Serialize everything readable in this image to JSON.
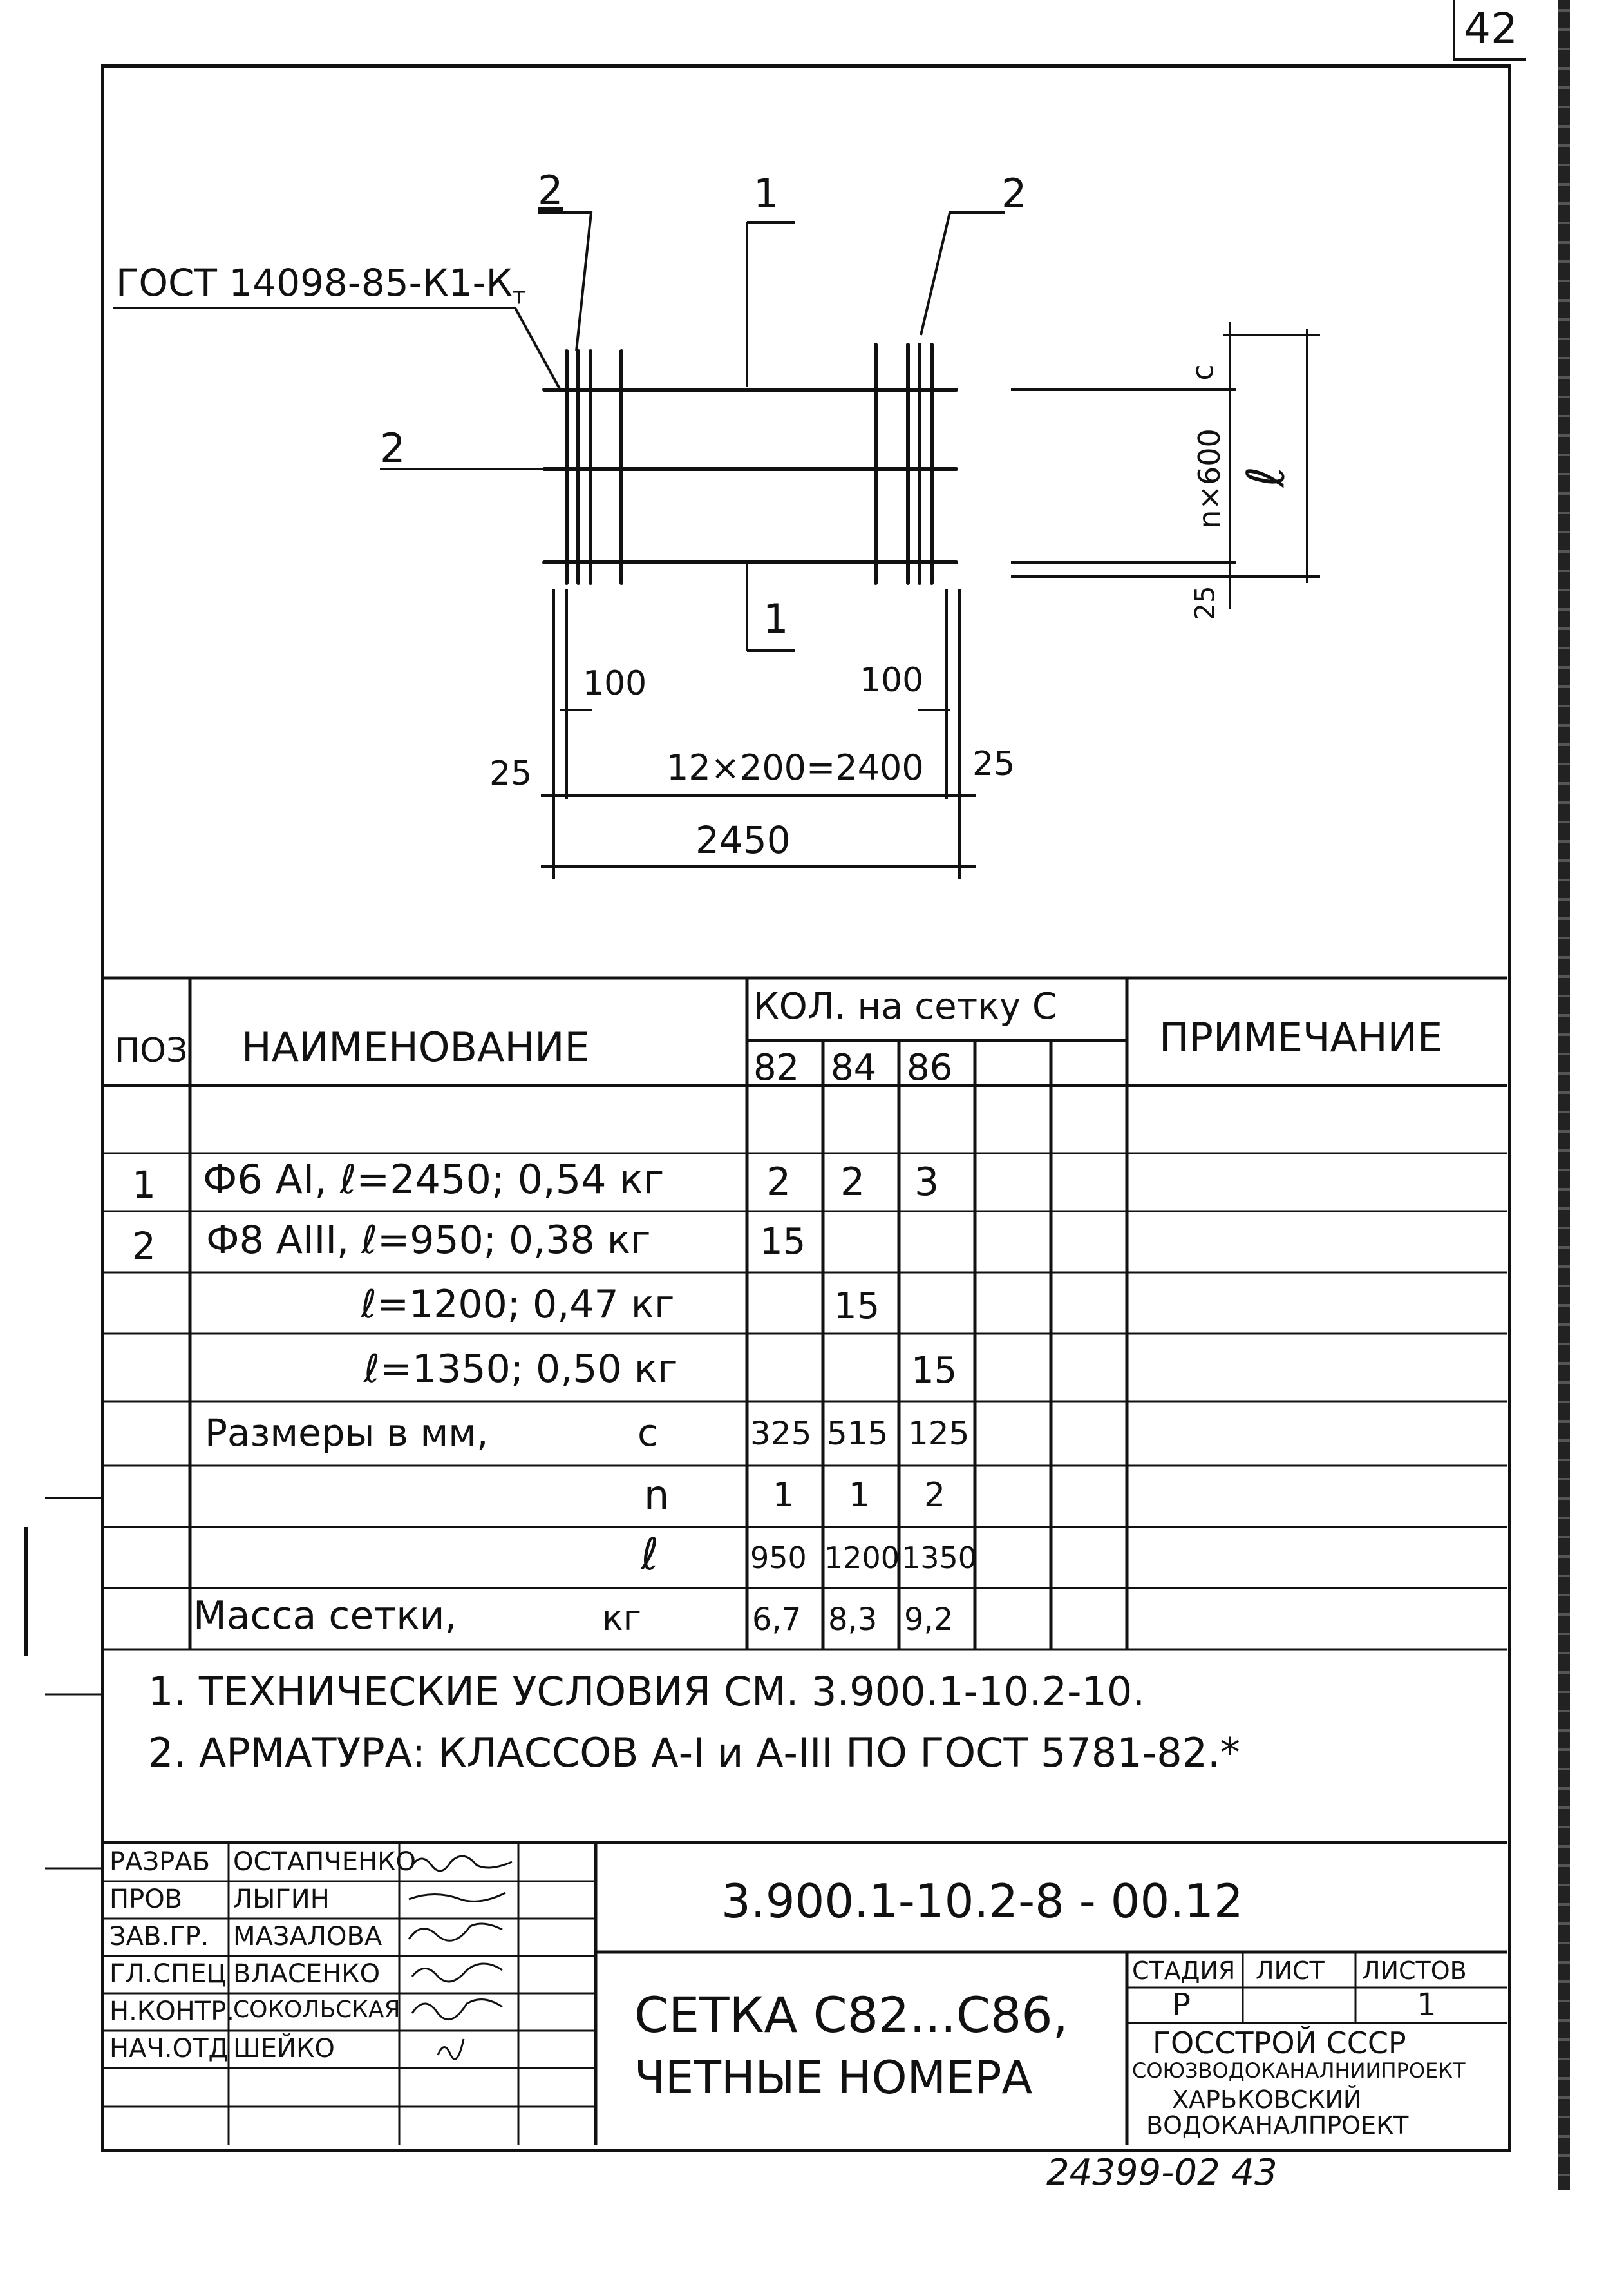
{
  "page_number": "42",
  "drawing": {
    "callout_gost": "ГОСТ 14098-85-К1-К",
    "callout_gost_sub": "т",
    "pos_2_top_left": "2",
    "pos_2_top_right": "2",
    "pos_2_left": "2",
    "section_1_top": "1",
    "section_1_bottom": "1",
    "dim_100_left": "100",
    "dim_100_right": "100",
    "dim_25_left": "25",
    "dim_25_right": "25",
    "dim_pitch": "12×200=2400",
    "dim_total": "2450",
    "dim_c": "c",
    "dim_nx600": "n×600",
    "dim_l": "ℓ",
    "dim_25_vertical": "25"
  },
  "spec": {
    "headers": {
      "pos": "ПОЗ",
      "name": "НАИМЕНОВАНИЕ",
      "qty_group": "КОЛ. на сетку С",
      "qty_cols": [
        "82",
        "84",
        "86",
        "",
        ""
      ],
      "note": "ПРИМЕЧАНИЕ"
    },
    "rows": [
      {
        "pos": "",
        "name": "",
        "q": [
          "",
          "",
          "",
          "",
          ""
        ]
      },
      {
        "pos": "1",
        "name": "Ф6 АI, ℓ=2450; 0,54 кг",
        "q": [
          "2",
          "2",
          "3",
          "",
          ""
        ]
      },
      {
        "pos": "2",
        "name": "Ф8 АIII, ℓ=950; 0,38 кг",
        "q": [
          "15",
          "",
          "",
          "",
          ""
        ]
      },
      {
        "pos": "",
        "name": "ℓ=1200; 0,47 кг",
        "q": [
          "",
          "15",
          "",
          "",
          ""
        ]
      },
      {
        "pos": "",
        "name": "ℓ=1350; 0,50 кг",
        "q": [
          "",
          "",
          "15",
          "",
          ""
        ]
      },
      {
        "pos": "",
        "name": "Размеры в мм,",
        "unit": "с",
        "q": [
          "325",
          "515",
          "125",
          "",
          ""
        ]
      },
      {
        "pos": "",
        "name": "",
        "unit": "n",
        "q": [
          "1",
          "1",
          "2",
          "",
          ""
        ]
      },
      {
        "pos": "",
        "name": "",
        "unit": "ℓ",
        "q": [
          "950",
          "1200",
          "1350",
          "",
          ""
        ]
      },
      {
        "pos": "",
        "name": "Масса сетки,",
        "unit": "кг",
        "q": [
          "6,7",
          "8,3",
          "9,2",
          "",
          ""
        ]
      }
    ]
  },
  "notes": [
    "1. ТЕХНИЧЕСКИЕ УСЛОВИЯ СМ. 3.900.1-10.2-10.",
    "2. АРМАТУРА: КЛАССОВ А-I и А-III ПО ГОСТ 5781-82.*"
  ],
  "title_block": {
    "roles": [
      "РАЗРАБ",
      "ПРОВ",
      "ЗАВ.ГР.",
      "ГЛ.СПЕЦ",
      "Н.КОНТР.",
      "НАЧ.ОТД"
    ],
    "names": [
      "ОСТАПЧЕНКО",
      "ЛЫГИН",
      "МАЗАЛОВА",
      "ВЛАСЕНКО",
      "СОКОЛЬСКАЯ",
      "ШЕЙКО"
    ],
    "designation": "3.900.1-10.2-8 - 00.12",
    "title_line1": "СЕТКА С82...С86,",
    "title_line2": "ЧЕТНЫЕ НОМЕРА",
    "stage_label": "СТАДИЯ",
    "sheet_label": "ЛИСТ",
    "sheets_label": "ЛИСТОВ",
    "stage": "Р",
    "sheet": "",
    "sheets": "1",
    "org1": "ГОССТРОЙ СССР",
    "org2": "СОЮЗВОДОКАНАЛНИИПРОЕКТ",
    "org3": "ХАРЬКОВСКИЙ",
    "org4": "ВОДОКАНАЛПРОЕКТ"
  },
  "footer_code": "24399-02   43"
}
